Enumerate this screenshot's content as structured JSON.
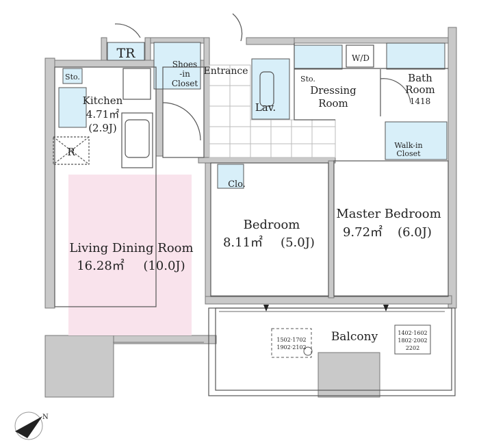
{
  "colors": {
    "wall": "#c9c9c9",
    "water": "#d8eff9",
    "living": "#f9e3ec",
    "line": "#555555"
  },
  "rooms": {
    "tr": "TR",
    "sto_kitchen": "Sto.",
    "kitchen": {
      "name": "Kitchen",
      "area": "4.71㎡",
      "jo": "(2.9J)"
    },
    "fridge": "R",
    "shoes": [
      "Shoes",
      "-in",
      "Closet"
    ],
    "entrance": "Entrance",
    "lav": "Lav.",
    "sto_dressing": "Sto.",
    "wd": "W/D",
    "dressing": [
      "Dressing",
      "Room"
    ],
    "bath": [
      "Bath",
      "Room",
      "1418"
    ],
    "walkin": [
      "Walk-in",
      "Closet"
    ],
    "clo": "Clo.",
    "living": {
      "name": "Living Dining Room",
      "area": "16.28㎡",
      "jo": "(10.0J)"
    },
    "bedroom": {
      "name": "Bedroom",
      "area": "8.11㎡",
      "jo": "(5.0J)"
    },
    "master": {
      "name": "Master Bedroom",
      "area": "9.72㎡",
      "jo": "(6.0J)"
    },
    "balcony": "Balcony"
  },
  "unit_notes": {
    "left": [
      "1502·1702",
      "1902·2102"
    ],
    "right": [
      "1402·1602",
      "1802·2002",
      "2202"
    ]
  },
  "compass": {
    "label": "N"
  }
}
